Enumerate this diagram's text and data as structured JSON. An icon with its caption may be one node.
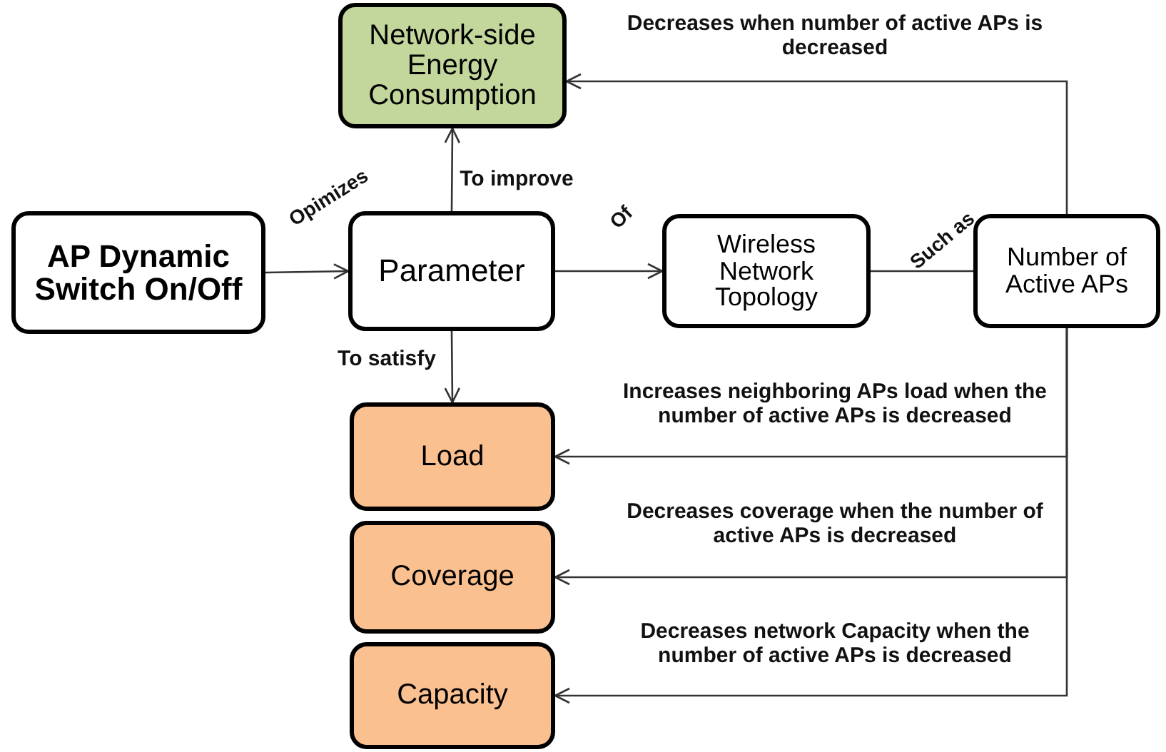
{
  "diagram": {
    "nodes": [
      {
        "text": [
          "Network-side Energy Consumption"
        ]
      },
      {
        "text": [
          "AP Dynamic Switch On/Off"
        ]
      },
      {
        "text": [
          "Parameter"
        ]
      },
      {
        "text": [
          "Wireless Network Topology"
        ]
      },
      {
        "text": [
          "Number of Active APs"
        ]
      },
      {
        "text": [
          "Load"
        ]
      },
      {
        "text": [
          "Coverage"
        ]
      },
      {
        "text": [
          "Capacity"
        ]
      }
    ],
    "edges": [
      {
        "from": 1,
        "to": 2,
        "arrow": "to",
        "label": "Opimizes"
      },
      {
        "from": 2,
        "to": 0,
        "arrow": "to",
        "label": "To improve"
      },
      {
        "from": 2,
        "to": 3,
        "arrow": "to",
        "label": "Of"
      },
      {
        "from": 3,
        "to": 4,
        "arrow": "none",
        "label": "Such as"
      },
      {
        "from": 4,
        "to": 0,
        "arrow": "to",
        "label": "Decreases when number of active APs is decreased"
      },
      {
        "from": 4,
        "to": 5,
        "arrow": "to",
        "label": "Increases neighboring APs load when the number of active APs is decreased"
      },
      {
        "from": 4,
        "to": 6,
        "arrow": "to",
        "label": "Decreases coverage when the number of active APs is decreased"
      },
      {
        "from": 4,
        "to": 7,
        "arrow": "to",
        "label": "Decreases network Capacity when the number of active APs is decreased"
      },
      {
        "from": 2,
        "to": 5,
        "arrow": "to",
        "label": "To satisfy"
      }
    ]
  }
}
